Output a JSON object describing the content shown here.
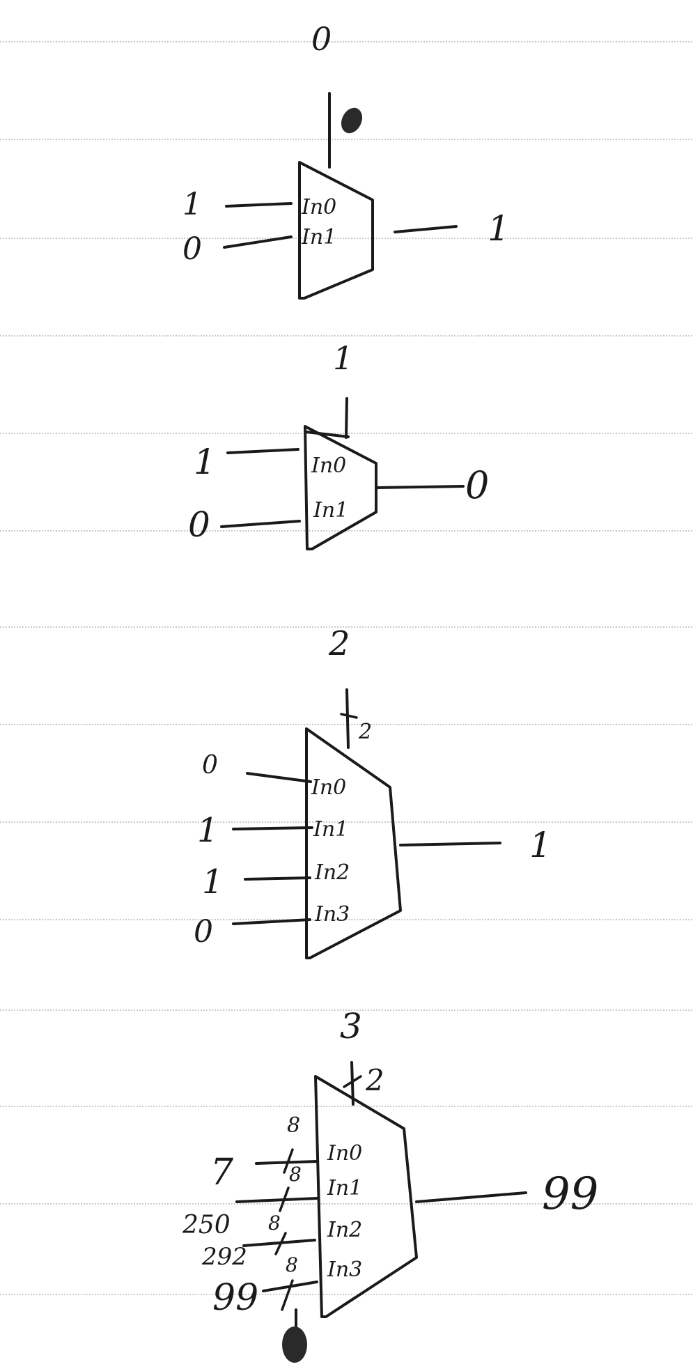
{
  "diagrams": [
    {
      "title": "0",
      "inputs": [
        {
          "value": "1",
          "label": "In0"
        },
        {
          "value": "0",
          "label": "In1"
        }
      ],
      "output": "1"
    },
    {
      "title": "1",
      "inputs": [
        {
          "value": "1",
          "label": "In0"
        },
        {
          "value": "0",
          "label": "In1"
        }
      ],
      "output": "0"
    },
    {
      "title": "2",
      "select_width": "2",
      "inputs": [
        {
          "value": "0",
          "label": "In0"
        },
        {
          "value": "1",
          "label": "In1"
        },
        {
          "value": "1",
          "label": "In2"
        },
        {
          "value": "0",
          "label": "In3"
        }
      ],
      "output": "1"
    },
    {
      "title": "3",
      "select_width": "2",
      "inputs": [
        {
          "value": "7",
          "label": "In0",
          "bus_width": "8"
        },
        {
          "value": "250",
          "label": "In1",
          "bus_width": "8"
        },
        {
          "value": "292",
          "label": "In2",
          "bus_width": "8"
        },
        {
          "value": "99",
          "label": "In3",
          "bus_width": "8"
        }
      ],
      "output": "99"
    }
  ]
}
